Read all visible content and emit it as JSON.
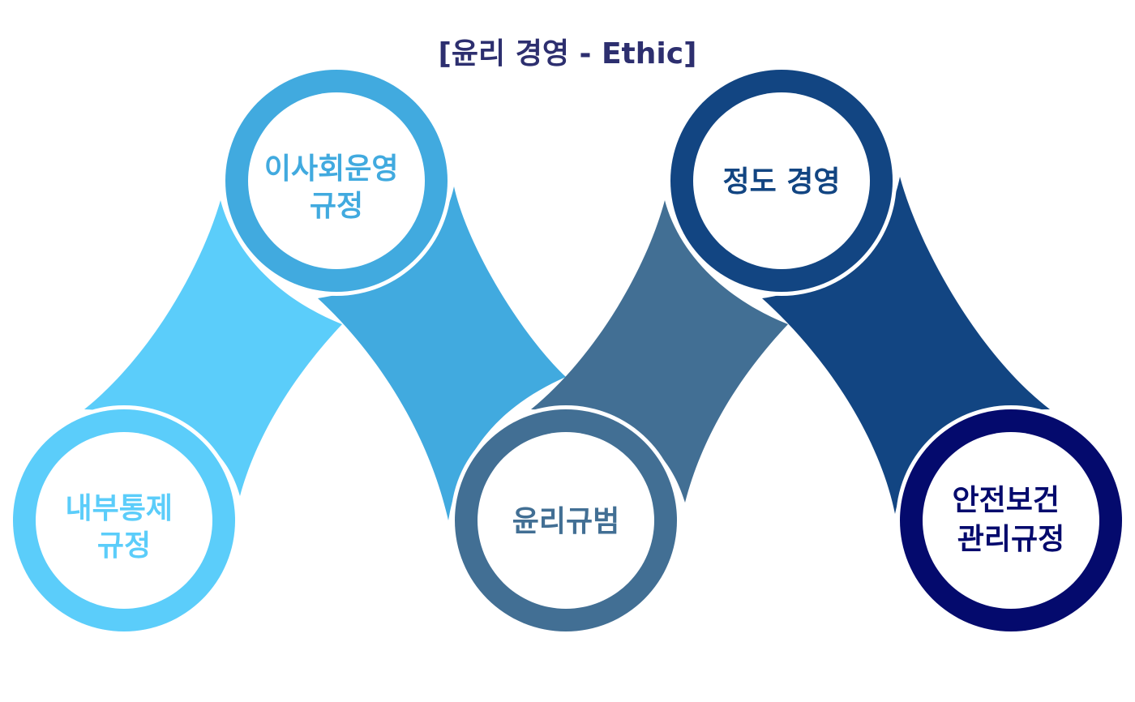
{
  "title": "[윤리 경영 - Ethic]",
  "colors": {
    "title": "#2d2f6f",
    "background": "#ffffff"
  },
  "nodes": [
    {
      "id": "internal-control",
      "lines": [
        "내부통제",
        "규정"
      ],
      "color": "#5bcdfa"
    },
    {
      "id": "board-operation",
      "lines": [
        "이사회운영",
        "규정"
      ],
      "color": "#41aadf"
    },
    {
      "id": "ethics-code",
      "lines": [
        "윤리규범"
      ],
      "color": "#426f94"
    },
    {
      "id": "integrity-management",
      "lines": [
        "정도 경영"
      ],
      "color": "#124582"
    },
    {
      "id": "safety-health",
      "lines": [
        "안전보건",
        "관리규정"
      ],
      "color": "#040a6d"
    }
  ]
}
